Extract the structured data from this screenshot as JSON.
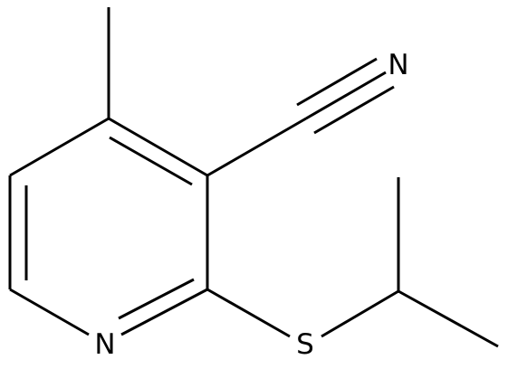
{
  "molecule": {
    "atoms": {
      "ring_nitrogen": "N",
      "nitrile_nitrogen": "N",
      "sulfur": "S"
    }
  }
}
